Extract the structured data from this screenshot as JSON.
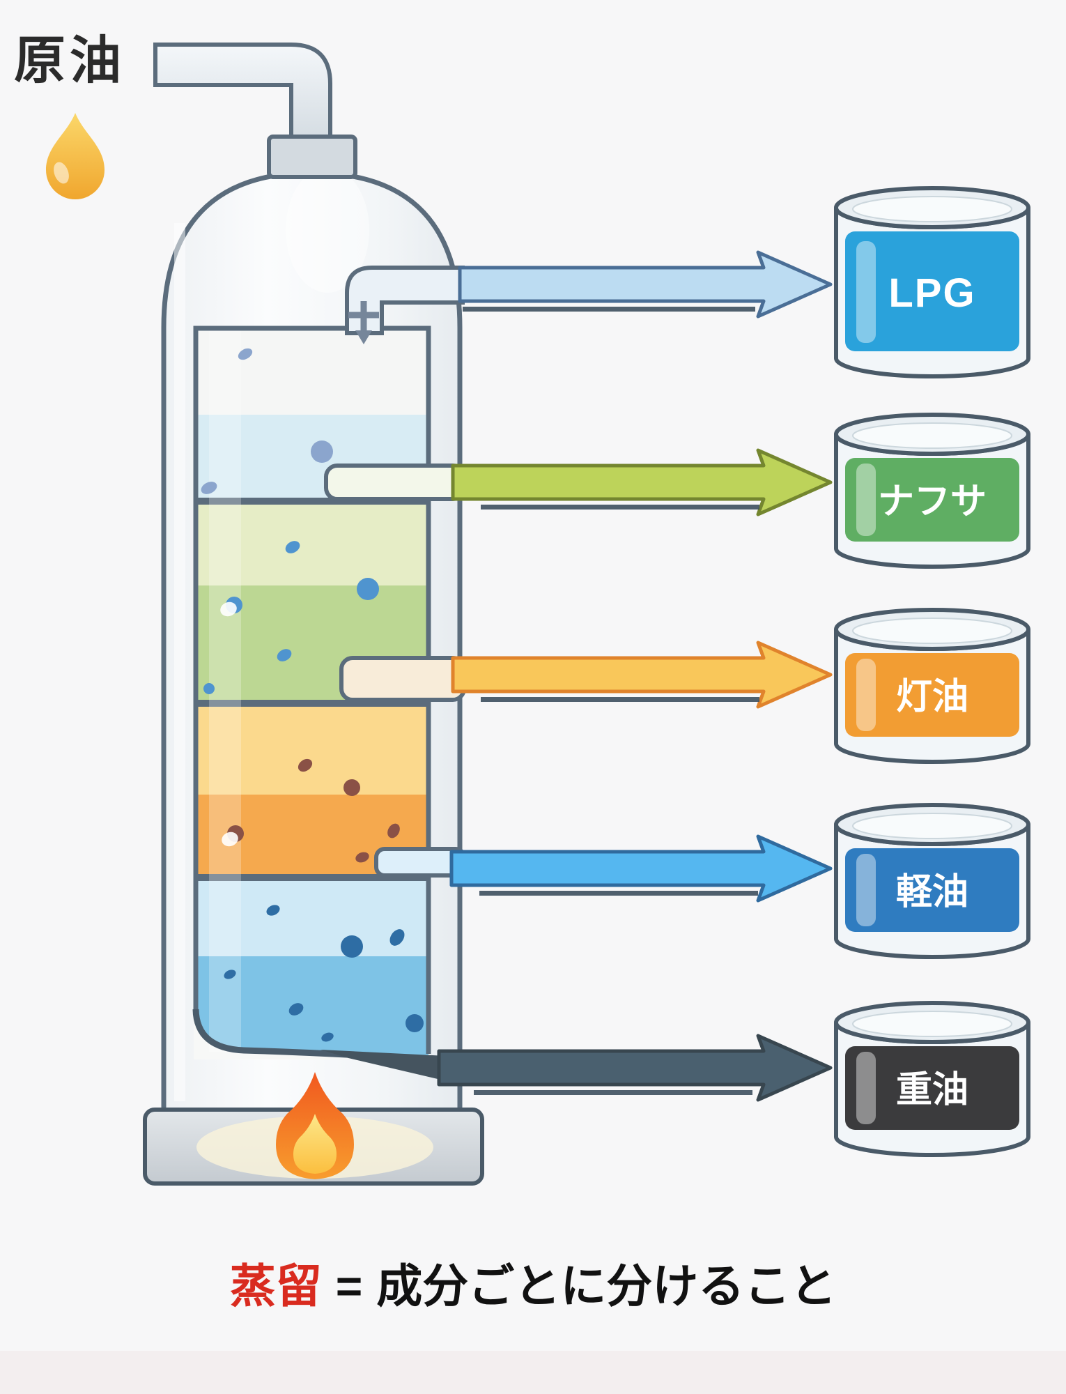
{
  "crude_oil": {
    "label": "原油"
  },
  "caption": {
    "term": "蒸留",
    "equals": "=",
    "definition": "成分ごとに分けること",
    "term_color": "#d92b1f"
  },
  "colors": {
    "background": "#f7f7f8",
    "outline": "#4b5c6b",
    "column_wall": "#5b6c7c",
    "flame_orange": "#f1581f",
    "flame_yellow": "#fbbf3f",
    "droplet_yellow": "#f5b93c"
  },
  "column": {
    "layers": [
      {
        "name": "gas",
        "color_top": "#f5f6f5",
        "color_bottom": "#d8ecf4"
      },
      {
        "name": "naphtha",
        "color_top": "#e6edc6",
        "color_bottom": "#bcd793"
      },
      {
        "name": "kerosene",
        "color_top": "#fbd98d",
        "color_bottom": "#f5a94e"
      },
      {
        "name": "diesel",
        "color_top": "#cfe9f6",
        "color_bottom": "#7ec3e6"
      }
    ]
  },
  "arrows": [
    {
      "name": "lpg",
      "fill": "#bcdcf2",
      "stroke": "#4a6e96"
    },
    {
      "name": "naphtha",
      "fill": "#bdd35a",
      "stroke": "#74862f"
    },
    {
      "name": "kerosene",
      "fill": "#f9c75a",
      "stroke": "#e0832c"
    },
    {
      "name": "diesel",
      "fill": "#55b7f0",
      "stroke": "#2f6a9e"
    },
    {
      "name": "heavy",
      "fill": "#4a606f",
      "stroke": "#38464f"
    }
  ],
  "barrels": [
    {
      "label": "LPG",
      "color": "#2aa2db"
    },
    {
      "label": "ナフサ",
      "color": "#5fae63"
    },
    {
      "label": "灯油",
      "color": "#f29d33"
    },
    {
      "label": "軽油",
      "color": "#2f7cc0"
    },
    {
      "label": "重油",
      "color": "#3b3b3d"
    }
  ]
}
